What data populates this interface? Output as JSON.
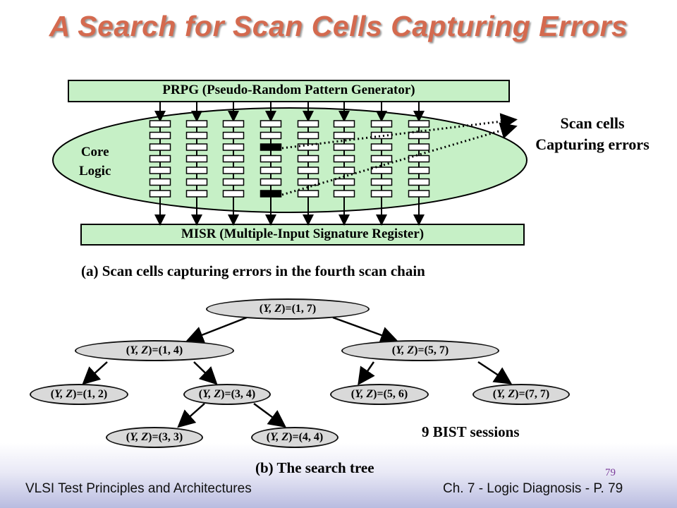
{
  "slide": {
    "title": "A Search for Scan Cells Capturing Errors",
    "page_number": "79",
    "footer_left": "VLSI Test Principles and Architectures",
    "footer_right": "Ch. 7 - Logic Diagnosis - P. 79"
  },
  "figure_a": {
    "prpg_label": "PRPG (Pseudo-Random Pattern Generator)",
    "misr_label": "MISR (Multiple-Input Signature Register)",
    "core_logic_line1": "Core",
    "core_logic_line2": "Logic",
    "scan_cells_line1": "Scan cells",
    "scan_cells_line2": "Capturing errors",
    "caption": "(a) Scan cells capturing errors in the fourth scan chain"
  },
  "figure_b": {
    "nodes": [
      {
        "var": "Y, Z",
        "value": "(1, 7)"
      },
      {
        "var": "Y, Z",
        "value": "(1, 4)"
      },
      {
        "var": "Y, Z",
        "value": "(5, 7)"
      },
      {
        "var": "Y, Z",
        "value": "(1, 2)"
      },
      {
        "var": "Y, Z",
        "value": "(3, 4)"
      },
      {
        "var": "Y, Z",
        "value": "(5, 6)"
      },
      {
        "var": "Y, Z",
        "value": "(7, 7)"
      },
      {
        "var": "Y, Z",
        "value": "(3, 3)"
      },
      {
        "var": "Y, Z",
        "value": "(4, 4)"
      }
    ],
    "sessions_label": "9 BIST sessions",
    "caption": "(b) The search tree"
  }
}
